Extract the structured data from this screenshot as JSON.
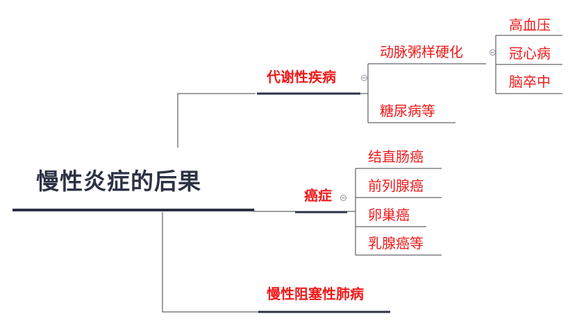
{
  "root": {
    "label": "慢性炎症的后果"
  },
  "branches": [
    {
      "label": "代谢性疾病",
      "children": [
        {
          "label": "动脉粥样硬化",
          "children": [
            "高血压",
            "冠心病",
            "脑卒中"
          ]
        },
        {
          "label": "糖尿病等"
        }
      ]
    },
    {
      "label": "癌症",
      "children": [
        {
          "label": "结直肠癌"
        },
        {
          "label": "前列腺癌"
        },
        {
          "label": "卵巢癌"
        },
        {
          "label": "乳腺癌等"
        }
      ]
    },
    {
      "label": "慢性阻塞性肺病"
    }
  ],
  "colors": {
    "root_text": "#2b3243",
    "root_underline": "#2b3243",
    "branch_text": "#ee1a1a",
    "branch_underline": "#2b3243",
    "connector": "#3c3f4a"
  }
}
